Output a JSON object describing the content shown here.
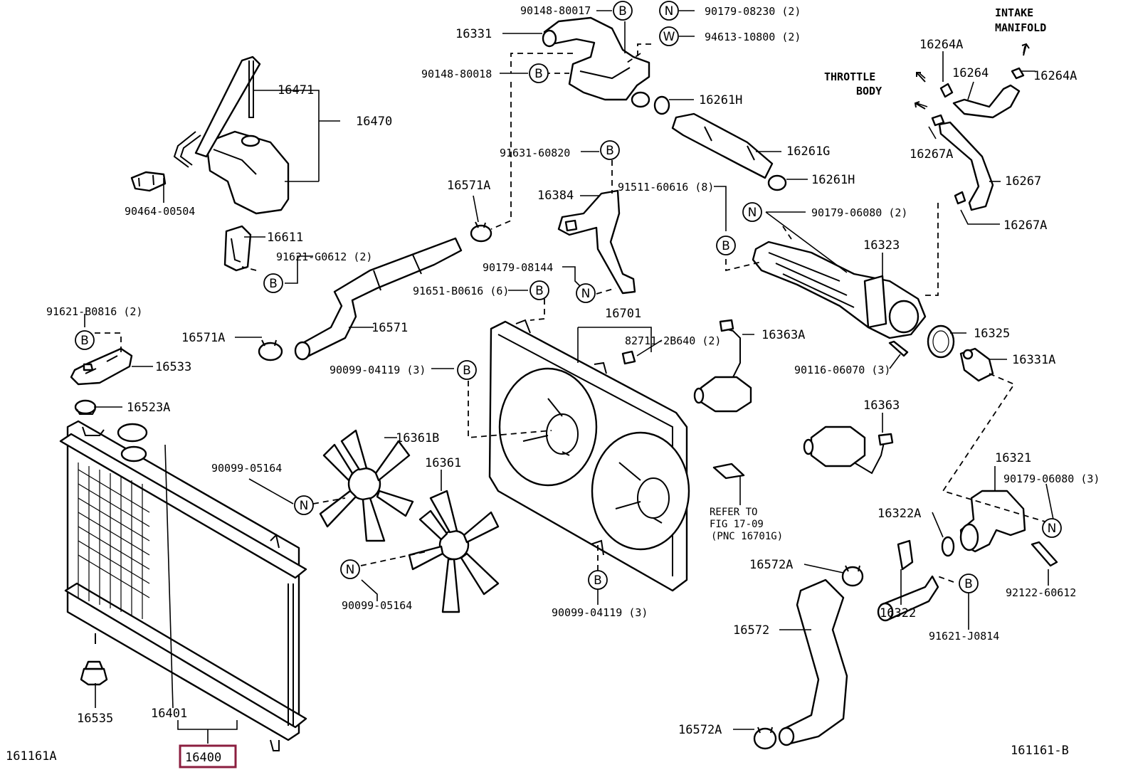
{
  "labels": {
    "p90148_80017": "90148-80017",
    "p90179_08230": "90179-08230 (2)",
    "p94613_10800": "94613-10800 (2)",
    "intake1": "INTAKE",
    "intake2": "MANIFOLD",
    "p16331": "16331",
    "p90148_80018": "90148-80018",
    "p16264A_top": "16264A",
    "p16264": "16264",
    "p16264A_right": "16264A",
    "throttle1": "THROTTLE",
    "throttle2": "BODY",
    "p16471": "16471",
    "p16470": "16470",
    "p16261H_top": "16261H",
    "p16267A_top": "16267A",
    "p16261G": "16261G",
    "p91631_60820": "91631-60820",
    "p16571A_top": "16571A",
    "p16261H_mid": "16261H",
    "p16267": "16267",
    "p90464_00504": "90464-00504",
    "p16384": "16384",
    "p91511_60616": "91511-60616 (8)",
    "p90179_06080_top": "90179-06080 (2)",
    "p16267A_bot": "16267A",
    "p16611": "16611",
    "p91621_G0612": "91621-G0612 (2)",
    "p16323": "16323",
    "p90179_08144": "90179-08144",
    "p91651_B0616": "91651-B0616 (6)",
    "p91621_B0816": "91621-B0816 (2)",
    "p16701": "16701",
    "p16571": "16571",
    "p16571A_mid": "16571A",
    "p82711_2B640": "82711-2B640 (2)",
    "p16363A": "16363A",
    "p16325": "16325",
    "p16533": "16533",
    "p90116_06070": "90116-06070 (3)",
    "p16331A": "16331A",
    "p90099_04119_top": "90099-04119 (3)",
    "p16523A": "16523A",
    "p16361B": "16361B",
    "p16363": "16363",
    "p16361": "16361",
    "p90099_05164_top": "90099-05164",
    "p16321": "16321",
    "p90179_06080_bot": "90179-06080 (3)",
    "refer1": "REFER TO",
    "refer2": "FIG 17-09",
    "refer3": "(PNC 16701G)",
    "p16322A": "16322A",
    "p16572A_top": "16572A",
    "p92122_60612": "92122-60612",
    "p90099_05164_bot": "90099-05164",
    "p90099_04119_bot": "90099-04119 (3)",
    "p16322": "16322",
    "p16572": "16572",
    "p91621_J0814": "91621-J0814",
    "p16535": "16535",
    "p16401": "16401",
    "p16572A_bot": "16572A",
    "p16400": "16400",
    "fig_left": "161161A",
    "fig_right": "161161-B"
  },
  "callouts": {
    "b": "B",
    "n": "N",
    "w": "W"
  },
  "highlight_color": "#8b1e3f"
}
